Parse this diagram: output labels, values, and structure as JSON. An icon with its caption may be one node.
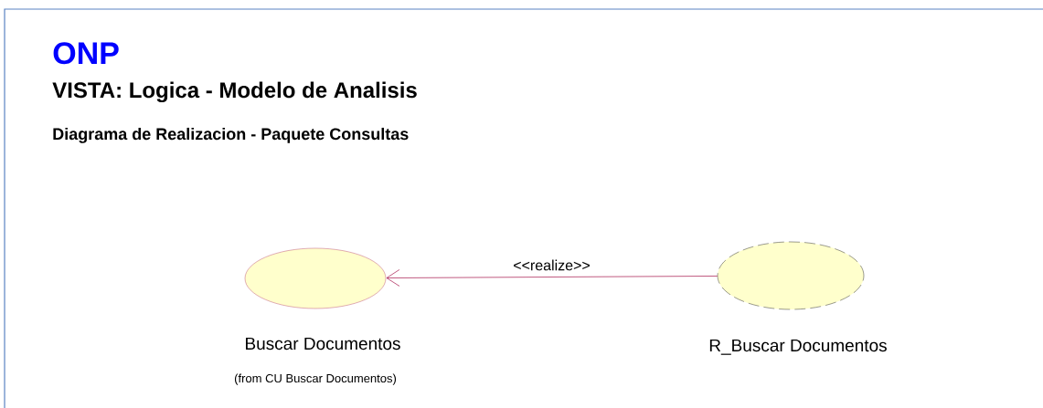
{
  "diagram": {
    "title": "ONP",
    "labels": [
      "VISTA: Logica - Modelo de Analisis",
      "Diagrama de Realizacion - Paquete Consultas"
    ],
    "nodes": [
      {
        "text": [
          "Buscar Documentos",
          "(from CU Buscar Documentos)"
        ]
      },
      {
        "text": [
          "R_Buscar Documentos"
        ]
      }
    ],
    "edges": [
      {
        "from": 1,
        "to": 0,
        "arrow": "to",
        "label": "<<realize>>"
      }
    ]
  }
}
